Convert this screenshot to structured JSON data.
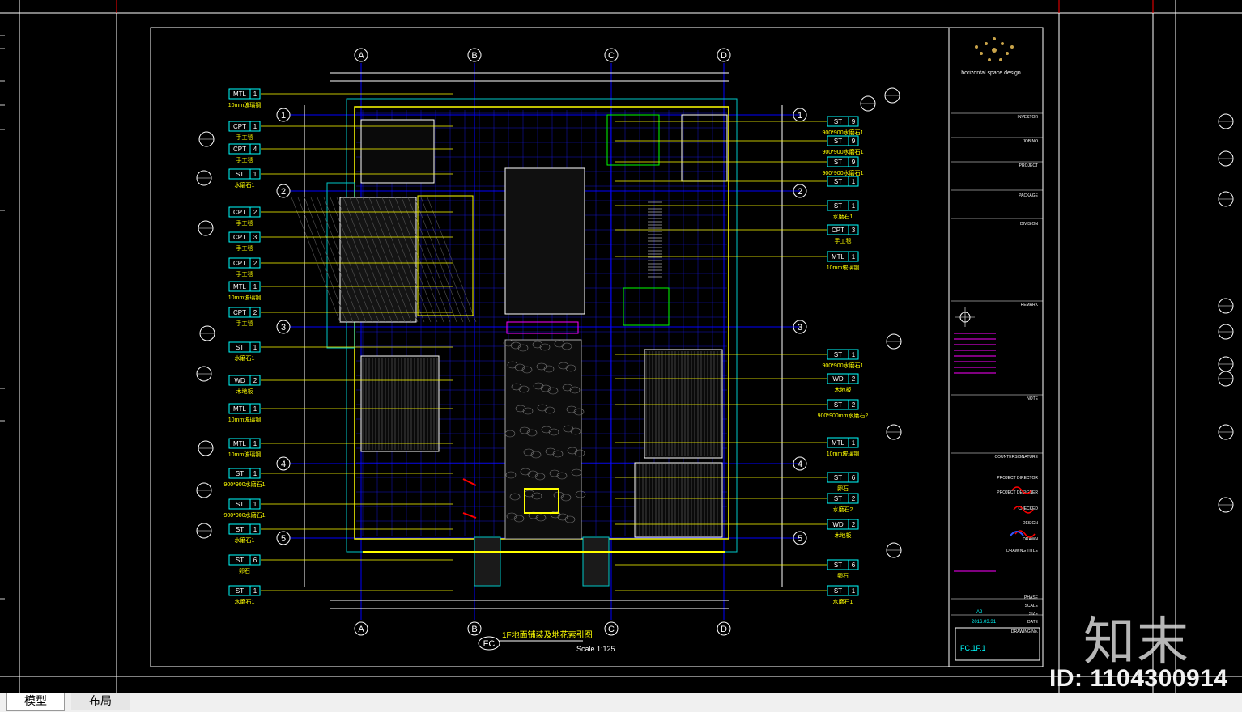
{
  "colors": {
    "background": "#000000",
    "frame": "#ffffff",
    "grid_line": "#0000ff",
    "wall": "#00c8c8",
    "highlight": "#ffff00",
    "leader": "#ffff00",
    "tag_box": "#00ffff",
    "magenta": "#ff00ff",
    "red_marker": "#ff0000"
  },
  "drawing": {
    "title": "1F地面铺装及地花索引图",
    "scale": "Scale 1:125",
    "sheet_marker": "FC",
    "grid_columns": [
      "A",
      "B",
      "C",
      "D"
    ],
    "grid_rows": [
      "1",
      "2",
      "3",
      "4",
      "5"
    ],
    "left_tags": [
      {
        "code": "MTL",
        "num": "1",
        "note": "10mm玻璃钢"
      },
      {
        "code": "CPT",
        "num": "1",
        "note": "手工毯"
      },
      {
        "code": "CPT",
        "num": "4",
        "note": "手工毯"
      },
      {
        "code": "ST",
        "num": "1",
        "note": "水磨石1"
      },
      {
        "code": "CPT",
        "num": "2",
        "note": "手工毯"
      },
      {
        "code": "CPT",
        "num": "3",
        "note": "手工毯"
      },
      {
        "code": "CPT",
        "num": "2",
        "note": "手工毯"
      },
      {
        "code": "MTL",
        "num": "1",
        "note": "10mm玻璃钢"
      },
      {
        "code": "CPT",
        "num": "2",
        "note": "手工毯"
      },
      {
        "code": "ST",
        "num": "1",
        "note": "水磨石1"
      },
      {
        "code": "WD",
        "num": "2",
        "note": "木地板"
      },
      {
        "code": "MTL",
        "num": "1",
        "note": "10mm玻璃钢"
      },
      {
        "code": "MTL",
        "num": "1",
        "note": "10mm玻璃钢"
      },
      {
        "code": "ST",
        "num": "1",
        "note": "900*900水磨石1"
      },
      {
        "code": "ST",
        "num": "1",
        "note": "900*900水磨石1"
      },
      {
        "code": "ST",
        "num": "1",
        "note": "水磨石1"
      },
      {
        "code": "ST",
        "num": "6",
        "note": "卵石"
      },
      {
        "code": "ST",
        "num": "1",
        "note": "水磨石1"
      }
    ],
    "right_tags": [
      {
        "code": "ST",
        "num": "9",
        "note": "900*900水磨石1"
      },
      {
        "code": "ST",
        "num": "9",
        "note": "900*900水磨石1"
      },
      {
        "code": "ST",
        "num": "9",
        "note": "900*900水磨石1"
      },
      {
        "code": "ST",
        "num": "1",
        "note": ""
      },
      {
        "code": "ST",
        "num": "1",
        "note": "水磨石1"
      },
      {
        "code": "CPT",
        "num": "3",
        "note": "手工毯"
      },
      {
        "code": "MTL",
        "num": "1",
        "note": "10mm玻璃钢"
      },
      {
        "code": "ST",
        "num": "1",
        "note": "900*900水磨石1"
      },
      {
        "code": "WD",
        "num": "2",
        "note": "木地板"
      },
      {
        "code": "ST",
        "num": "2",
        "note": "900*900mm水磨石2"
      },
      {
        "code": "MTL",
        "num": "1",
        "note": "10mm玻璃钢"
      },
      {
        "code": "ST",
        "num": "6",
        "note": "卵石"
      },
      {
        "code": "ST",
        "num": "2",
        "note": "水磨石2"
      },
      {
        "code": "WD",
        "num": "2",
        "note": "木地板"
      },
      {
        "code": "ST",
        "num": "6",
        "note": "卵石"
      },
      {
        "code": "ST",
        "num": "1",
        "note": "水磨石1"
      }
    ],
    "title_block": {
      "company": "horizontal space design",
      "sheet_number": "FC.1F.1",
      "date": "2016.03.31",
      "size": "A2",
      "labels": [
        "INVESTOR",
        "JOB NO",
        "PROJECT",
        "PACKAGE",
        "DIVISION",
        "REMARK",
        "NOTE",
        "COUNTERSIGNATURE",
        "PROJECT DIRECTOR",
        "PROJECT DESIGNER",
        "CHECKED",
        "DESIGN",
        "DRAWN",
        "DRAWING TITLE",
        "PHASE",
        "SCALE",
        "SIZE",
        "DATE",
        "DRAWING No."
      ]
    }
  },
  "watermark": {
    "logo_text": "知末",
    "id_text": "ID: 1104300914"
  },
  "tabs": [
    {
      "label": "模型",
      "active": true
    },
    {
      "label": "布局",
      "active": false
    }
  ]
}
